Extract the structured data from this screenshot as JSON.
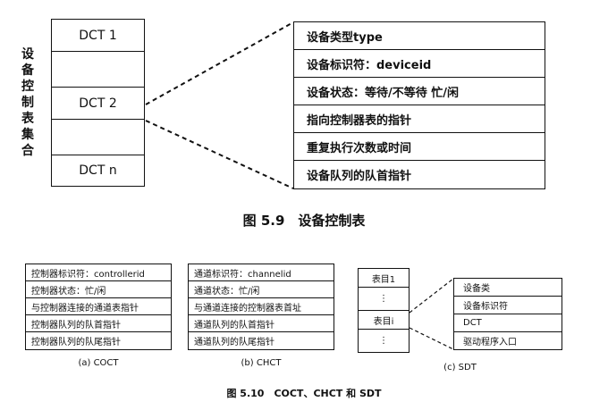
{
  "fig59": {
    "side_label": "设备控制表集合",
    "dct_rows": [
      "DCT 1",
      "",
      "DCT 2",
      "",
      "DCT n"
    ],
    "fields": [
      "设备类型type",
      "设备标识符：deviceid",
      "设备状态：等待/不等待 忙/闲",
      "指向控制器表的指针",
      "重复执行次数或时间",
      "设备队列的队首指针"
    ],
    "caption": "图 5.9　设备控制表"
  },
  "fig510": {
    "coct": {
      "fields": [
        "控制器标识符：controllerid",
        "控制器状态：忙/闲",
        "与控制器连接的通道表指针",
        "控制器队列的队首指针",
        "控制器队列的队尾指针"
      ],
      "label": "(a) COCT"
    },
    "chct": {
      "fields": [
        "通道标识符：channelid",
        "通道状态：忙/闲",
        "与通道连接的控制器表首址",
        "通道队列的队首指针",
        "通道队列的队尾指针"
      ],
      "label": "(b) CHCT"
    },
    "sdt": {
      "entries": [
        "表目1",
        "⋮",
        "表目i",
        "⋮"
      ],
      "fields": [
        "设备类",
        "设备标识符",
        "DCT",
        "驱动程序入口"
      ],
      "label": "(c) SDT"
    },
    "caption": "图 5.10　COCT、CHCT 和 SDT"
  }
}
